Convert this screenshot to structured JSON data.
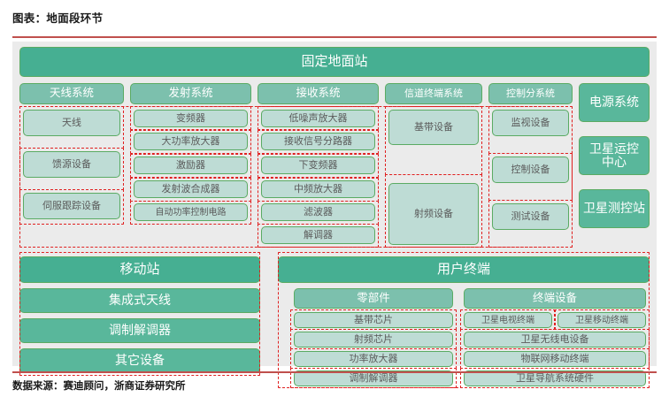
{
  "title": "图表：地面段环节",
  "source": "数据来源：赛迪顾问，浙商证券研究所",
  "colors": {
    "accent_rule": "#c0504d",
    "level1_green": "#46af92",
    "level2_green": "#7cc0ad",
    "level3_green": "#bedcd5",
    "box_border": "#5aab63",
    "dashed_highlight": "#e02020",
    "panel_background": "#ebebeb"
  },
  "diagram": {
    "fixed_ground_station": {
      "header": "固定地面站",
      "side_boxes": [
        {
          "label": "电源系统"
        },
        {
          "label": "卫星运控\n中心"
        },
        {
          "label": "卫星测控站"
        }
      ],
      "columns": [
        {
          "header": "天线系统",
          "items": [
            "天线",
            "馈源设备",
            "伺服跟踪设备"
          ]
        },
        {
          "header": "发射系统",
          "items": [
            "变频器",
            "大功率放大器",
            "激励器",
            "发射波合成器",
            "自动功率控制电路"
          ]
        },
        {
          "header": "接收系统",
          "items": [
            "低噪声放大器",
            "接收信号分路器",
            "下变频器",
            "中频放大器",
            "滤波器",
            "解调器"
          ]
        },
        {
          "header": "信道终端系统",
          "items": [
            "基带设备",
            "射频设备"
          ]
        },
        {
          "header": "控制分系统",
          "items": [
            "监视设备",
            "控制设备",
            "测试设备"
          ]
        }
      ]
    },
    "mobile_station": {
      "header": "移动站",
      "items": [
        "集成式天线",
        "调制解调器",
        "其它设备"
      ]
    },
    "user_terminal": {
      "header": "用户终端",
      "columns": [
        {
          "header": "零部件",
          "items": [
            "基带芯片",
            "射频芯片",
            "功率放大器",
            "调制解调器"
          ]
        },
        {
          "header": "终端设备",
          "items": [
            "卫星电视终端",
            "卫星移动终端",
            "卫星无线电设备",
            "物联网移动终端",
            "卫星导航系统硬件"
          ]
        }
      ]
    }
  }
}
